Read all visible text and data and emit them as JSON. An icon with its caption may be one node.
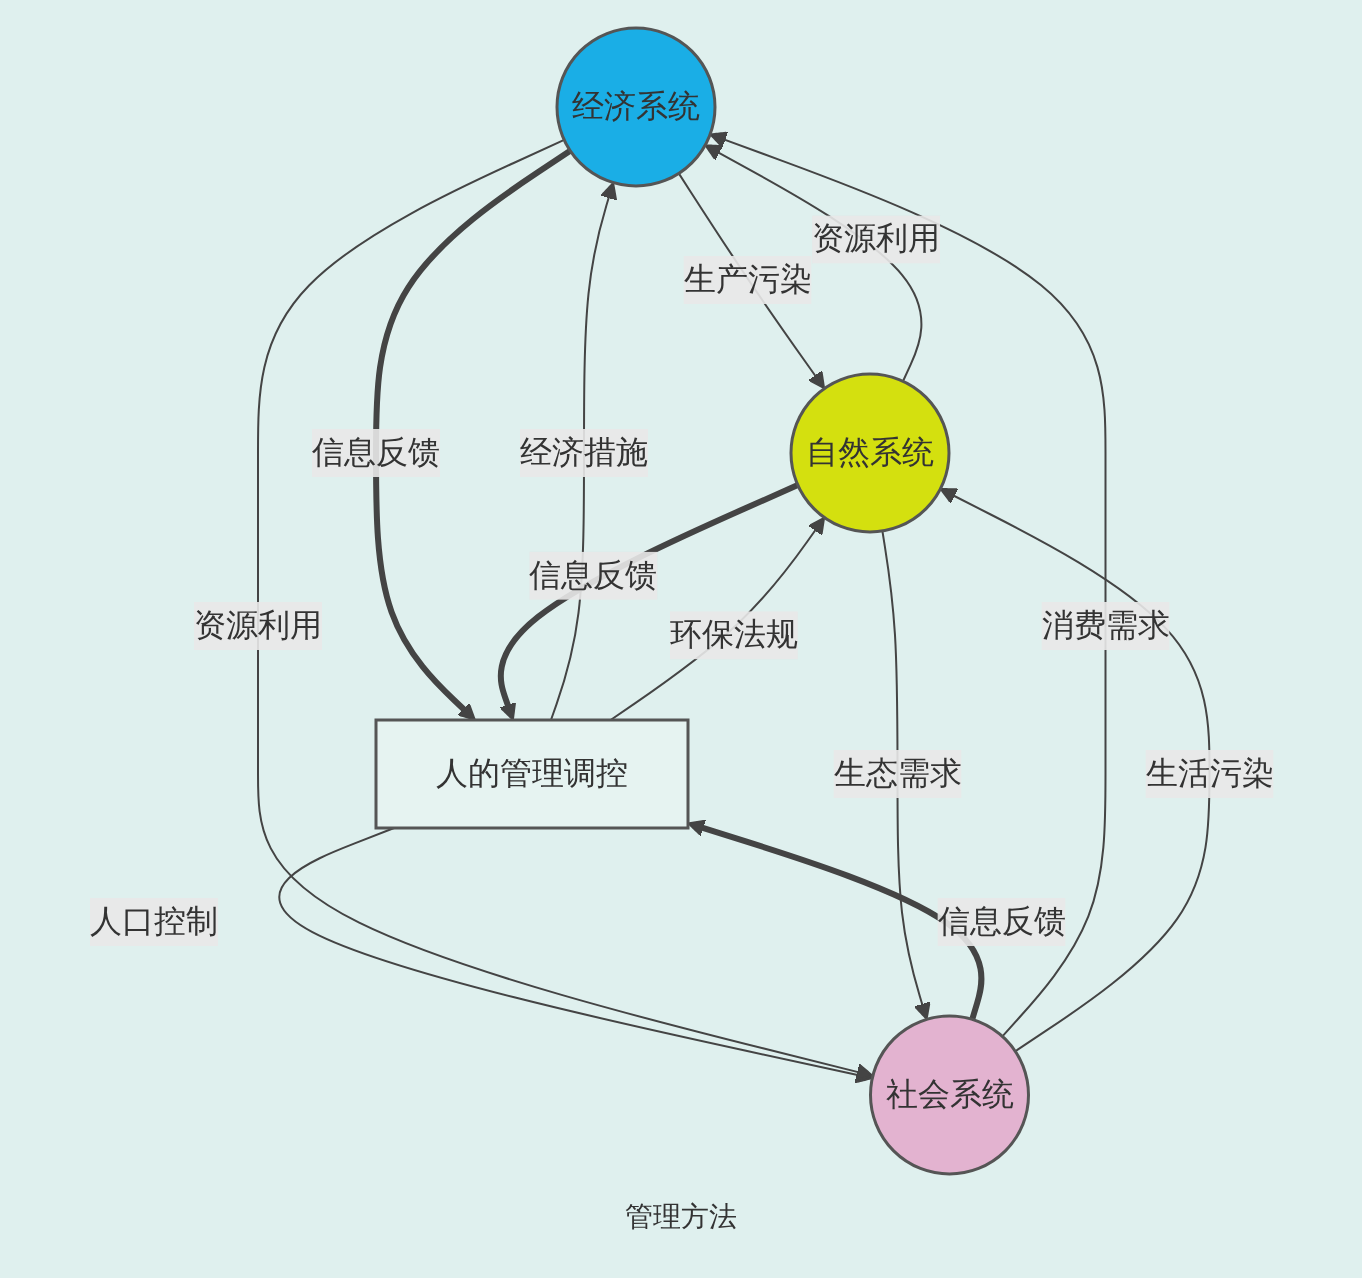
{
  "diagram": {
    "nodes": [
      {
        "text": [
          "经济系统"
        ]
      },
      {
        "text": [
          "自然系统"
        ]
      },
      {
        "text": [
          "人的管理调控"
        ]
      },
      {
        "text": [
          "社会系统"
        ]
      }
    ],
    "edges": [
      {
        "from": 0,
        "to": 1,
        "arrow": "to",
        "label": "生产污染"
      },
      {
        "from": 1,
        "to": 0,
        "arrow": "to",
        "label": "资源利用"
      },
      {
        "from": 0,
        "to": 2,
        "arrow": "to",
        "label": "信息反馈",
        "style": "thick"
      },
      {
        "from": 2,
        "to": 0,
        "arrow": "to",
        "label": "经济措施"
      },
      {
        "from": 1,
        "to": 2,
        "arrow": "to",
        "label": "信息反馈",
        "style": "thick"
      },
      {
        "from": 2,
        "to": 1,
        "arrow": "to",
        "label": "环保法规"
      },
      {
        "from": 3,
        "to": 2,
        "arrow": "to",
        "label": "信息反馈",
        "style": "thick"
      },
      {
        "from": 2,
        "to": 3,
        "arrow": "to",
        "label": "人口控制"
      },
      {
        "from": 0,
        "to": 3,
        "arrow": "to",
        "label": "资源利用"
      },
      {
        "from": 3,
        "to": 0,
        "arrow": "to",
        "label": "消费需求"
      },
      {
        "from": 3,
        "to": 1,
        "arrow": "to",
        "label": "生活污染"
      },
      {
        "from": 1,
        "to": 3,
        "arrow": "to",
        "label": "生态需求"
      }
    ],
    "labels": [
      "管理方法"
    ]
  }
}
